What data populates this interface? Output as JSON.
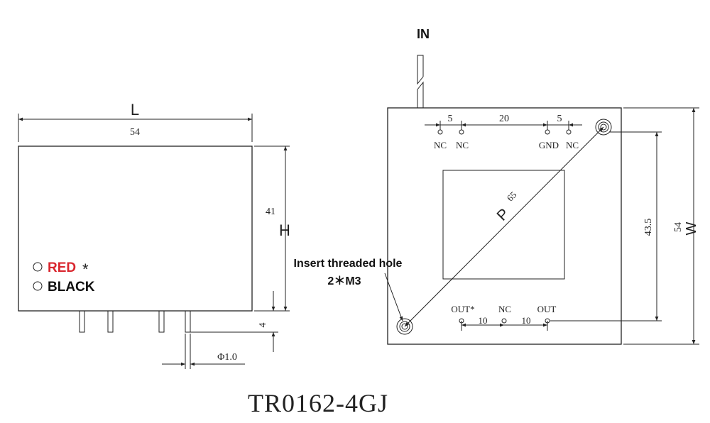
{
  "left_view": {
    "length_symbol": "L",
    "length_value": "54",
    "height_symbol": "H",
    "height_value": "41",
    "pin_height": "4",
    "pin_diameter": "Φ1.0",
    "lead_red_label": "RED",
    "lead_red_mark": "*",
    "lead_black_label": "BLACK"
  },
  "right_view": {
    "in_label": "IN",
    "top_dims": [
      "5",
      "20",
      "5"
    ],
    "top_pins": [
      "NC",
      "NC",
      "GND",
      "NC"
    ],
    "diag_symbol": "P",
    "diag_value": "65",
    "hole_spacing": "43.5",
    "width_value": "54",
    "width_symbol": "W",
    "bottom_pins": [
      "OUT*",
      "NC",
      "OUT"
    ],
    "bottom_dims": [
      "10",
      "10"
    ]
  },
  "callout": {
    "line1": "Insert threaded hole",
    "line2": "2＊M3"
  },
  "model_name": "TR0162-4GJ",
  "colors": {
    "red_label": "#d9262e",
    "line": "#222222"
  }
}
